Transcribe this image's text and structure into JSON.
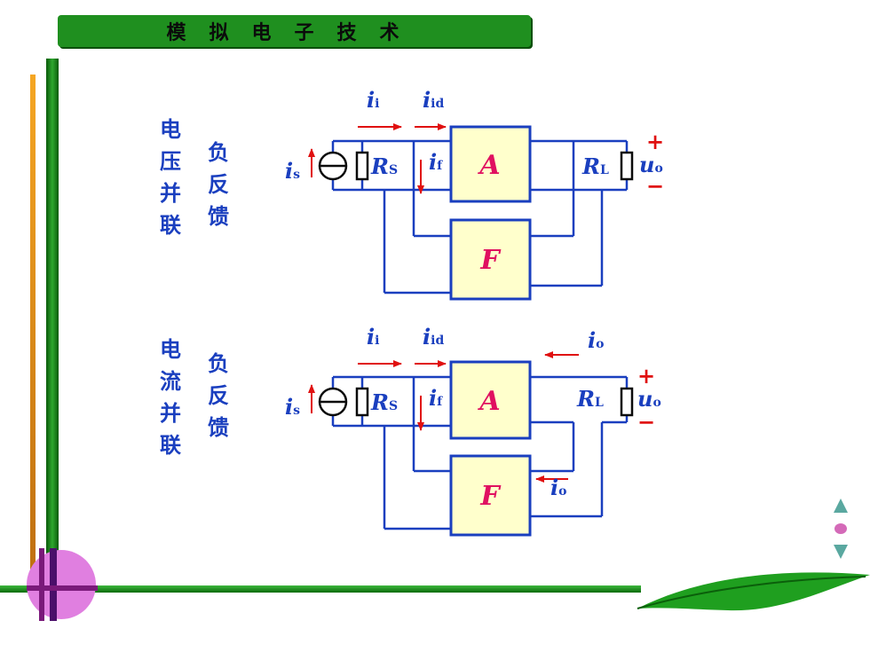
{
  "header": {
    "title": "模拟电子技术"
  },
  "diagrams": [
    {
      "label_col1": "电压并联",
      "label_col2": "负反馈",
      "currents": {
        "ii": "i",
        "ii_sub": "i",
        "iid": "i",
        "iid_sub": "id",
        "if": "i",
        "if_sub": "f",
        "is": "i",
        "is_sub": "s"
      },
      "rs": "R",
      "rs_sub": "S",
      "rl": "R",
      "rl_sub": "L",
      "uo": "u",
      "uo_sub": "o",
      "plus": "+",
      "minus": "−",
      "amp": "A",
      "fb": "F"
    },
    {
      "label_col1": "电流并联",
      "label_col2": "负反馈",
      "currents": {
        "ii": "i",
        "ii_sub": "i",
        "iid": "i",
        "iid_sub": "id",
        "if": "i",
        "if_sub": "f",
        "is": "i",
        "is_sub": "s",
        "io": "i",
        "io_sub": "o"
      },
      "rs": "R",
      "rs_sub": "S",
      "rl": "R",
      "rl_sub": "L",
      "uo": "u",
      "uo_sub": "o",
      "plus": "+",
      "minus": "−",
      "amp": "A",
      "fb": "F"
    }
  ],
  "colors": {
    "wire": "#1a3fbf",
    "arrow": "#e01010",
    "block_fill": "#ffffcc",
    "block_text": "#e01060",
    "header_bg": "#1f8f1f"
  },
  "nav": {
    "up_icon": "triangle-up-icon",
    "home_icon": "circle-icon",
    "down_icon": "triangle-down-icon"
  }
}
